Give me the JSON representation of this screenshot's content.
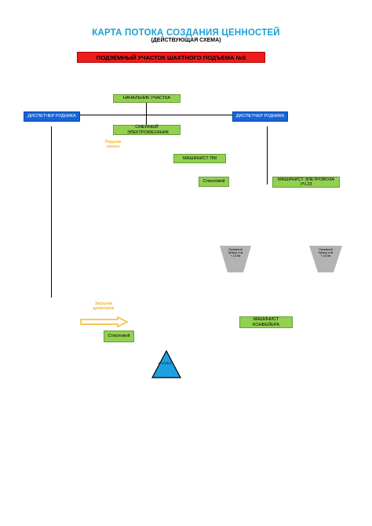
{
  "header": {
    "title": "КАРТА ПОТОКА СОЗДАНИЯ ЦЕННОСТЕЙ",
    "subtitle": "(ДЕЙСТВУЮЩАЯ СХЕМА)",
    "banner": "ПОДЗЕМНЫЙ УЧАСТОК ШАХТНОГО ПОДЪЕМА №5"
  },
  "colors": {
    "title": "#1ba1d6",
    "banner": "#ee1c1c",
    "green_box": "#92d050",
    "blue_box": "#1564d8",
    "orange_text": "#f5b528",
    "triangle": "#1e9fe0",
    "hopper": "#b3b3b3"
  },
  "nodes": {
    "chief": "НАЧАЛЬНИК УЧАСТКА",
    "dispatcher_left": "ДИСПЕТЧЕР РУДНИКА",
    "dispatcher_right": "ДИСПЕТЧЕР РУДНИКА",
    "shift_electromechanic": "СМЕННЫЙ ЭЛЕКТРОМЕХАНИК",
    "lift_label": "Подъем смены",
    "machinist_pm": "МАШИНИСТ ПМ",
    "shaft_worker_top": "Стволовой",
    "electric_loco_driver": "МАШИНИСТ ЭЛЕТРОВОЗА УЧ.23",
    "hopper_left": "Приемный бункер отм +-10.5м",
    "hopper_right": "Приемный бункер отм +-10.5м",
    "loading_label": "Загрузка дозаторов",
    "conveyor_driver": "МАШИНИСТ КОНВЕЙЕРА",
    "shaft_worker_bottom": "Стволовой",
    "triangle_label": "Уч.Ств.1"
  }
}
